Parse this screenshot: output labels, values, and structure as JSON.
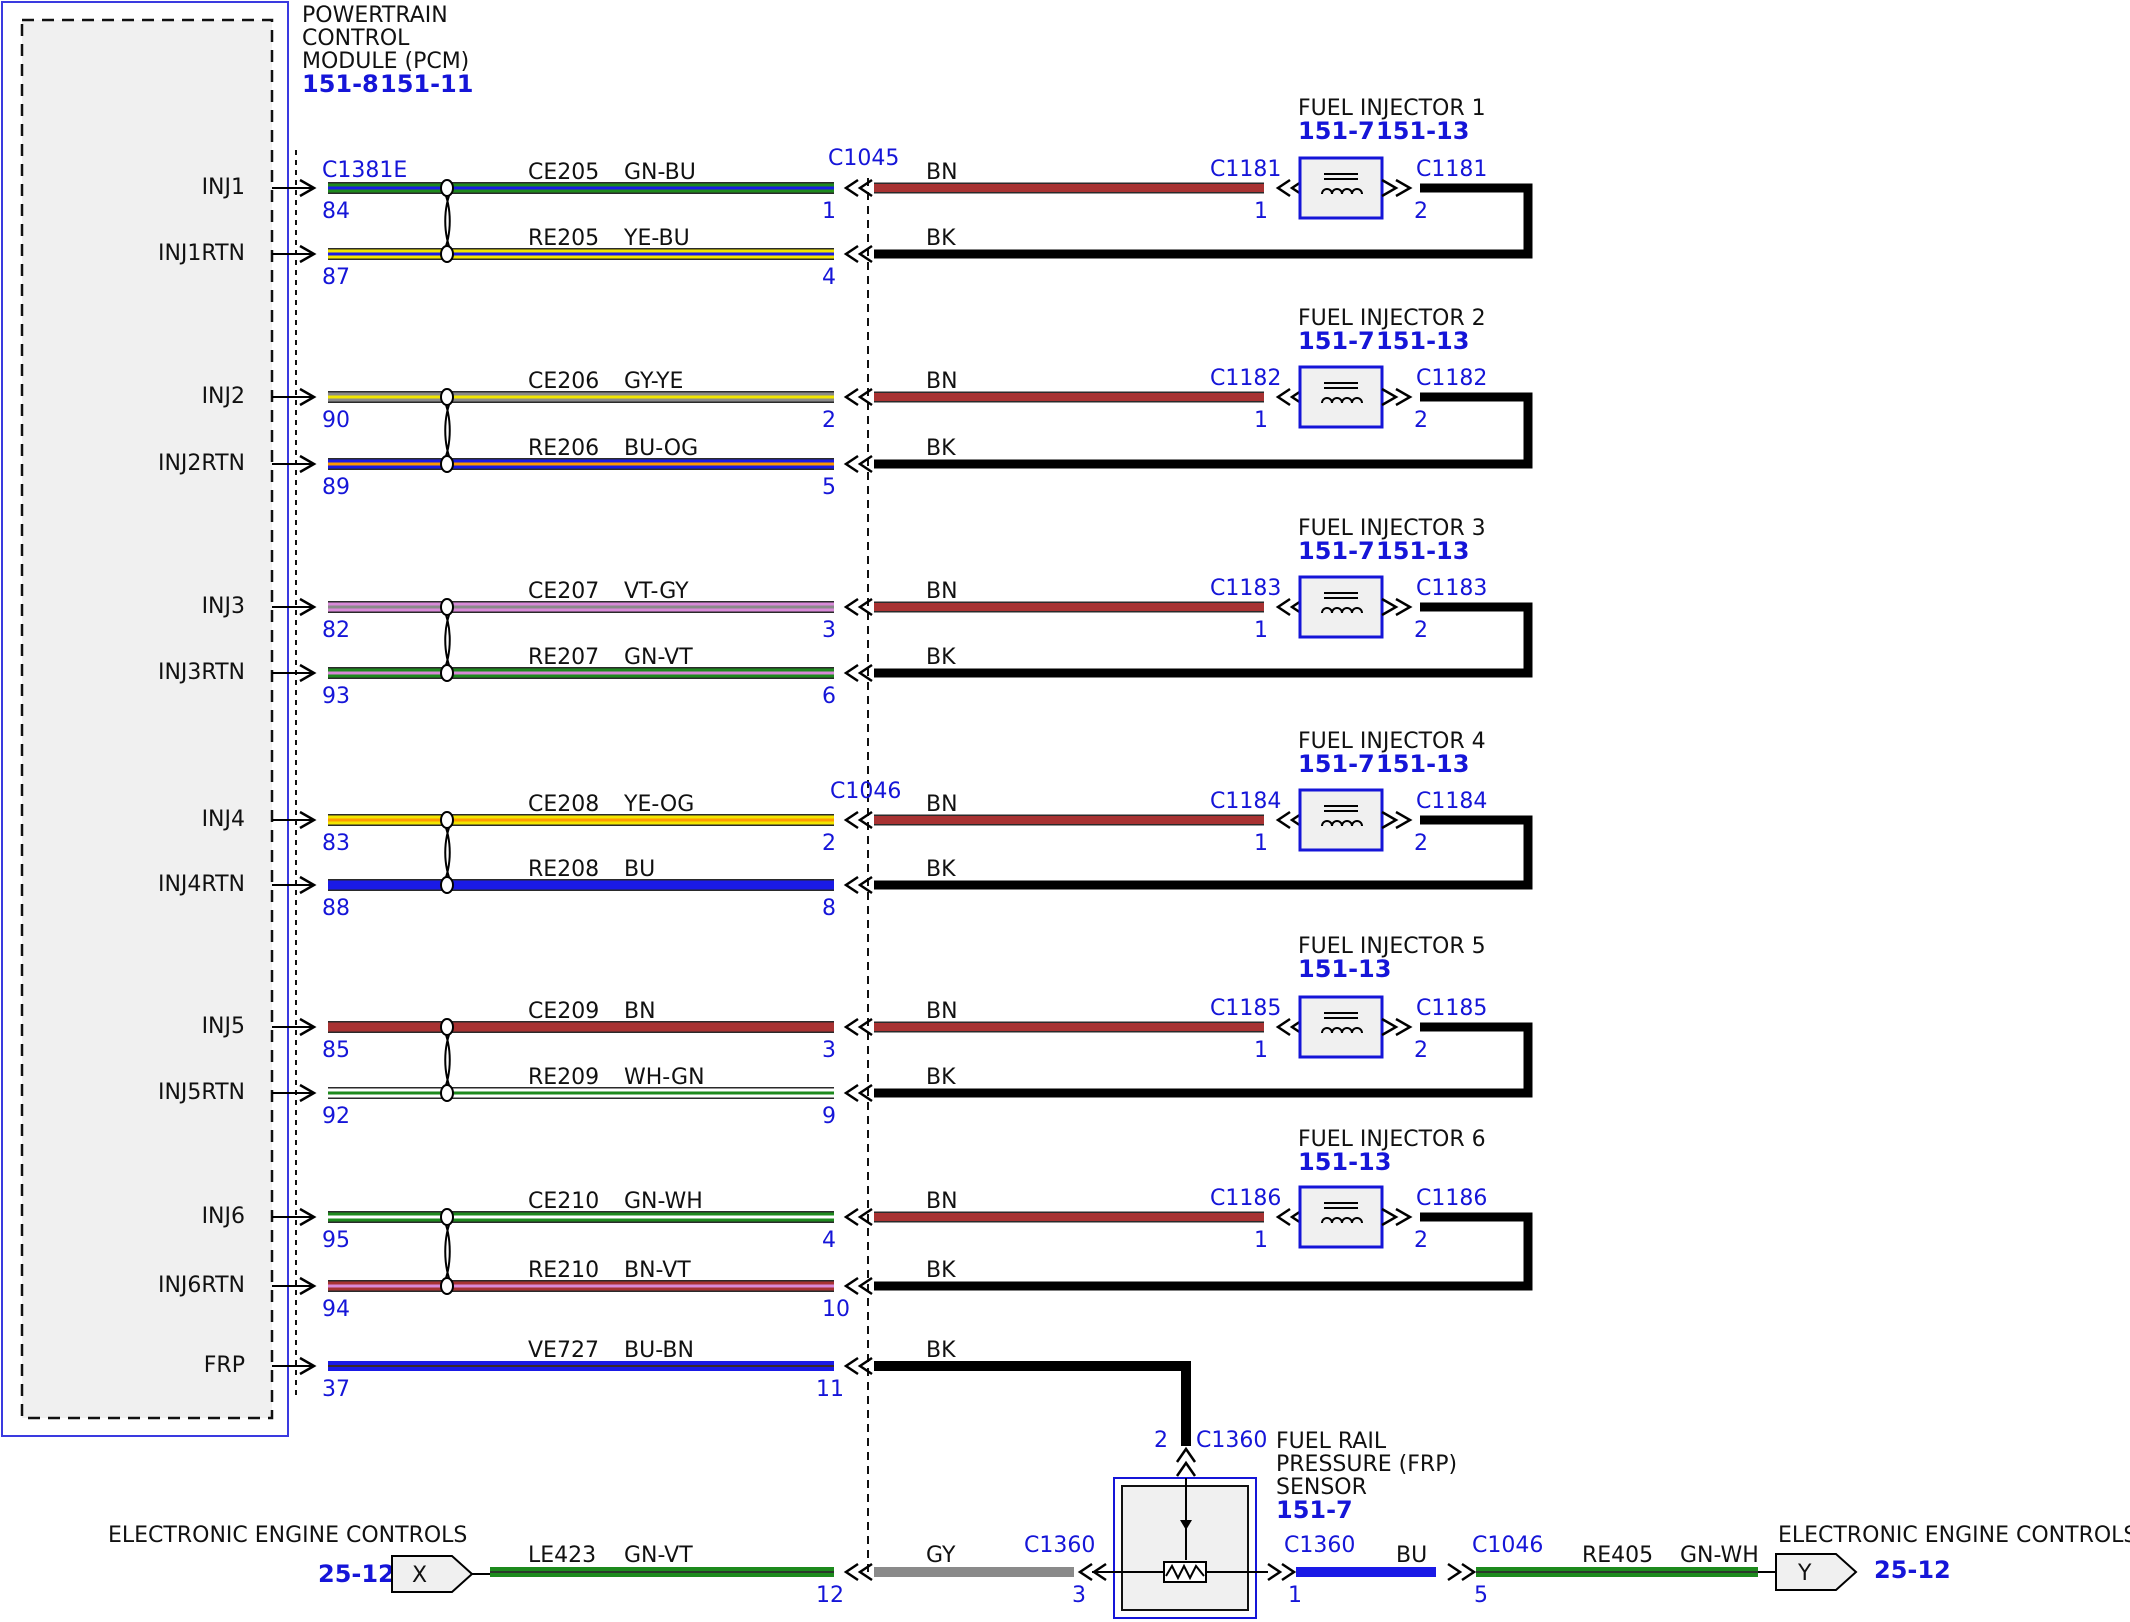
{
  "colors": {
    "GN": "#1d8a1d",
    "BU": "#1a1ae6",
    "YE": "#f2e600",
    "GY": "#8a8a8a",
    "OG": "#ff9900",
    "VT": "#d98ad9",
    "BN": "#a83232",
    "WH": "#ffffff",
    "BK": "#000000",
    "connector": "#1515d8",
    "reference": "#1515d8"
  },
  "pcm": {
    "title_lines": [
      "POWERTRAIN",
      "CONTROL",
      "MODULE (PCM)"
    ],
    "refs": [
      "151-8",
      "151-11"
    ],
    "connector": "C1381E"
  },
  "inline_connectors": {
    "upper": "C1045",
    "lower": "C1046"
  },
  "injectors": [
    {
      "title": "FUEL INJECTOR 1",
      "refs": [
        "151-7",
        "151-13"
      ],
      "connector": "C1181",
      "pin_a": "1",
      "pin_b": "2",
      "sig": {
        "name": "INJ1",
        "circuit": "CE205",
        "color": "GN-BU",
        "pcm_pin": "84",
        "inline_pin": "1",
        "harness_color": "BN"
      },
      "rtn": {
        "name": "INJ1RTN",
        "circuit": "RE205",
        "color": "YE-BU",
        "pcm_pin": "87",
        "inline_pin": "4",
        "harness_color": "BK"
      }
    },
    {
      "title": "FUEL INJECTOR 2",
      "refs": [
        "151-7",
        "151-13"
      ],
      "connector": "C1182",
      "pin_a": "1",
      "pin_b": "2",
      "sig": {
        "name": "INJ2",
        "circuit": "CE206",
        "color": "GY-YE",
        "pcm_pin": "90",
        "inline_pin": "2",
        "harness_color": "BN"
      },
      "rtn": {
        "name": "INJ2RTN",
        "circuit": "RE206",
        "color": "BU-OG",
        "pcm_pin": "89",
        "inline_pin": "5",
        "harness_color": "BK"
      }
    },
    {
      "title": "FUEL INJECTOR 3",
      "refs": [
        "151-7",
        "151-13"
      ],
      "connector": "C1183",
      "pin_a": "1",
      "pin_b": "2",
      "sig": {
        "name": "INJ3",
        "circuit": "CE207",
        "color": "VT-GY",
        "pcm_pin": "82",
        "inline_pin": "3",
        "harness_color": "BN"
      },
      "rtn": {
        "name": "INJ3RTN",
        "circuit": "RE207",
        "color": "GN-VT",
        "pcm_pin": "93",
        "inline_pin": "6",
        "harness_color": "BK"
      }
    },
    {
      "title": "FUEL INJECTOR 4",
      "refs": [
        "151-7",
        "151-13"
      ],
      "connector": "C1184",
      "pin_a": "1",
      "pin_b": "2",
      "sig": {
        "name": "INJ4",
        "circuit": "CE208",
        "color": "YE-OG",
        "pcm_pin": "83",
        "inline_pin": "2",
        "harness_color": "BN"
      },
      "rtn": {
        "name": "INJ4RTN",
        "circuit": "RE208",
        "color": "BU",
        "pcm_pin": "88",
        "inline_pin": "8",
        "harness_color": "BK"
      }
    },
    {
      "title": "FUEL INJECTOR 5",
      "refs": [
        "151-13"
      ],
      "connector": "C1185",
      "pin_a": "1",
      "pin_b": "2",
      "sig": {
        "name": "INJ5",
        "circuit": "CE209",
        "color": "BN",
        "pcm_pin": "85",
        "inline_pin": "3",
        "harness_color": "BN"
      },
      "rtn": {
        "name": "INJ5RTN",
        "circuit": "RE209",
        "color": "WH-GN",
        "pcm_pin": "92",
        "inline_pin": "9",
        "harness_color": "BK"
      }
    },
    {
      "title": "FUEL INJECTOR 6",
      "refs": [
        "151-13"
      ],
      "connector": "C1186",
      "pin_a": "1",
      "pin_b": "2",
      "sig": {
        "name": "INJ6",
        "circuit": "CE210",
        "color": "GN-WH",
        "pcm_pin": "95",
        "inline_pin": "4",
        "harness_color": "BN"
      },
      "rtn": {
        "name": "INJ6RTN",
        "circuit": "RE210",
        "color": "BN-VT",
        "pcm_pin": "94",
        "inline_pin": "10",
        "harness_color": "BK"
      }
    }
  ],
  "frp_wire": {
    "name": "FRP",
    "circuit": "VE727",
    "color": "BU-BN",
    "pcm_pin": "37",
    "inline_pin": "11",
    "harness_color": "BK"
  },
  "frp_sensor": {
    "title_lines": [
      "FUEL RAIL",
      "PRESSURE (FRP)",
      "SENSOR"
    ],
    "ref": "151-7",
    "connector": "C1360",
    "pin_signal": "2",
    "pin_ground": "3",
    "pin_out": "1"
  },
  "bottom_left": {
    "title": "ELECTRONIC ENGINE CONTROLS",
    "ref": "25-12",
    "letter": "X",
    "circuit": "LE423",
    "color": "GN-VT",
    "inline_pin": "12",
    "harness_color": "GY"
  },
  "bottom_right": {
    "title": "ELECTRONIC ENGINE CONTROLS",
    "ref": "25-12",
    "letter": "Y",
    "out_color": "BU",
    "connector": "C1046",
    "pin": "5",
    "circuit": "RE405",
    "color": "GN-WH"
  }
}
